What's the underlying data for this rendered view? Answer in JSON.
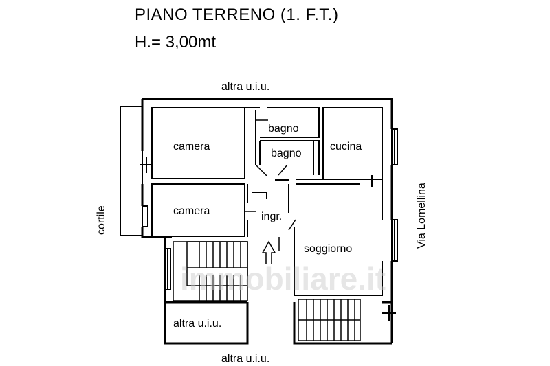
{
  "header": {
    "title": "PIANO TERRENO (1. F.T.)",
    "height": "H.= 3,00mt"
  },
  "labels": {
    "top_neighbor": "altra u.i.u.",
    "bottom_neighbor": "altra u.i.u.",
    "inner_neighbor": "altra u.i.u.",
    "left_side": "cortile",
    "right_side": "Via Lomellina"
  },
  "rooms": {
    "camera_top": "camera",
    "camera_bottom": "camera",
    "bagno_1": "bagno",
    "bagno_2": "bagno",
    "cucina": "cucina",
    "ingresso": "ingr.",
    "soggiorno": "soggiorno"
  },
  "watermark": "immobiliare.it"
}
